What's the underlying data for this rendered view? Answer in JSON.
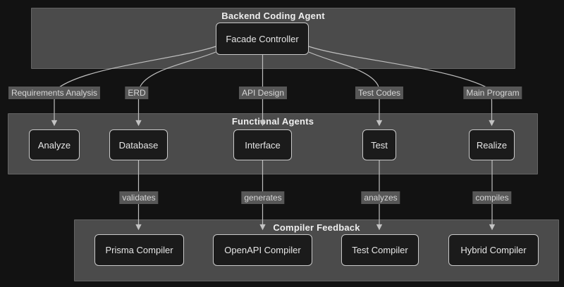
{
  "diagram": {
    "type": "flowchart",
    "direction": "top-down",
    "colors": {
      "background": "#121212",
      "cluster_fill": "#4b4b4b",
      "node_fill": "#1b1b1b",
      "node_border": "#c9c9c9",
      "node_text": "#e6e6e6",
      "edge_line": "#bfbfbf",
      "edge_label_bg": "#575757",
      "edge_label_text": "#d6d6d6",
      "cluster_title_text": "#efefef"
    },
    "clusters": {
      "backend": {
        "label": "Backend Coding Agent"
      },
      "functional": {
        "label": "Functional Agents"
      },
      "compiler": {
        "label": "Compiler Feedback"
      }
    },
    "nodes": {
      "facade": {
        "label": "Facade Controller"
      },
      "analyze": {
        "label": "Analyze"
      },
      "database": {
        "label": "Database"
      },
      "interface": {
        "label": "Interface"
      },
      "test": {
        "label": "Test"
      },
      "realize": {
        "label": "Realize"
      },
      "prisma": {
        "label": "Prisma Compiler"
      },
      "openapi": {
        "label": "OpenAPI Compiler"
      },
      "test_compiler": {
        "label": "Test Compiler"
      },
      "hybrid": {
        "label": "Hybrid Compiler"
      }
    },
    "edges": [
      {
        "from": "Facade Controller",
        "to": "Analyze",
        "label": "Requirements Analysis"
      },
      {
        "from": "Facade Controller",
        "to": "Database",
        "label": "ERD"
      },
      {
        "from": "Facade Controller",
        "to": "Interface",
        "label": "API Design"
      },
      {
        "from": "Facade Controller",
        "to": "Test",
        "label": "Test Codes"
      },
      {
        "from": "Facade Controller",
        "to": "Realize",
        "label": "Main Program"
      },
      {
        "from": "Database",
        "to": "Prisma Compiler",
        "label": "validates"
      },
      {
        "from": "Interface",
        "to": "OpenAPI Compiler",
        "label": "generates"
      },
      {
        "from": "Test",
        "to": "Test Compiler",
        "label": "analyzes"
      },
      {
        "from": "Realize",
        "to": "Hybrid Compiler",
        "label": "compiles"
      }
    ]
  }
}
